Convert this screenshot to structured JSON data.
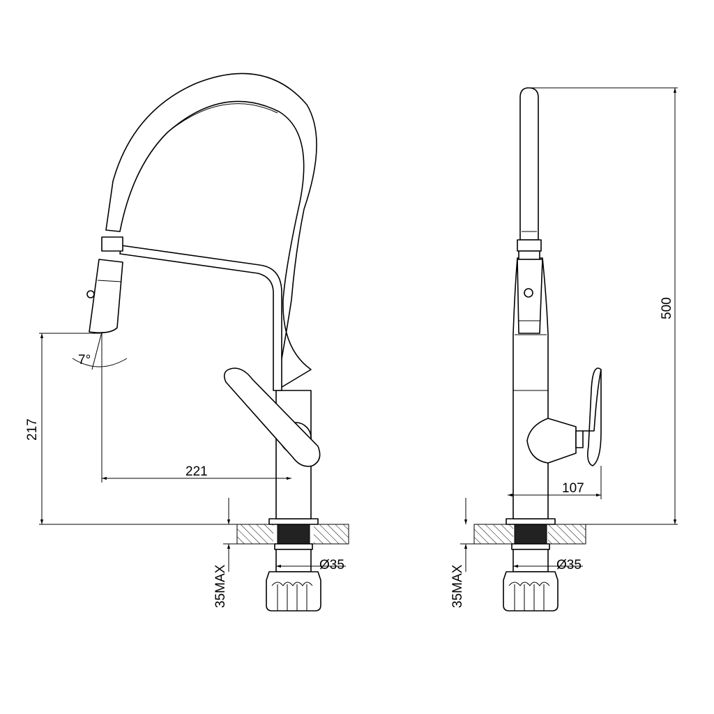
{
  "front_view": {
    "spray_angle": "7°",
    "dim_height": "217",
    "dim_reach": "221",
    "dim_hole_diameter": "Ø35",
    "dim_deck_thickness": "35MAX"
  },
  "side_view": {
    "dim_total_height": "500",
    "dim_handle_offset": "107",
    "dim_hole_diameter": "Ø35",
    "dim_deck_thickness": "35MAX"
  }
}
